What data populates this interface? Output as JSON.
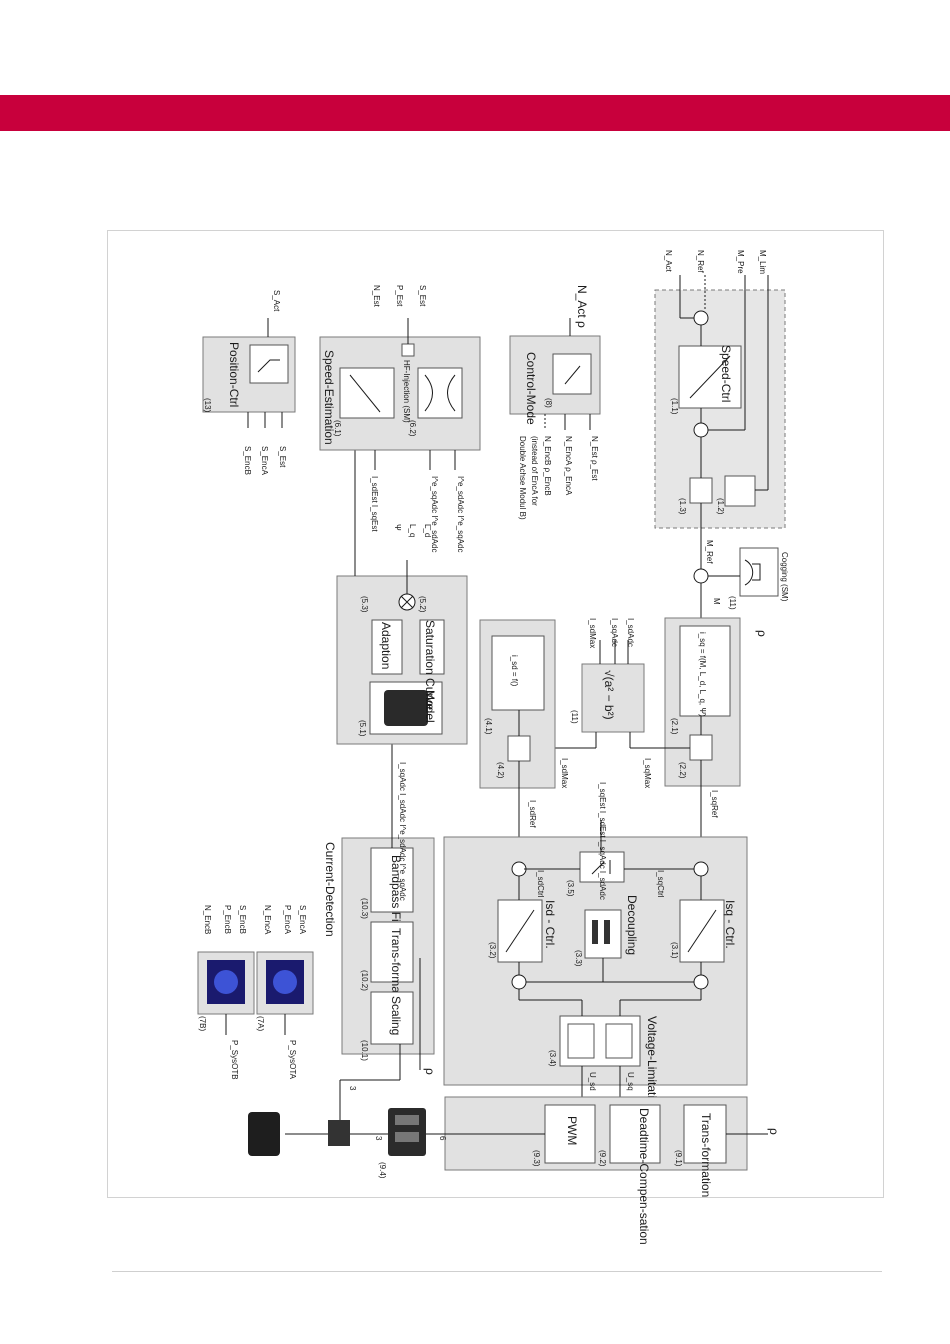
{
  "page": {
    "accent_color": "#c8003c"
  },
  "blocks": {
    "speed_ctrl": {
      "title": "Speed-Ctrl",
      "num_pi": "(1.1)",
      "num_lim": "(1.3)",
      "num_filter": "(1.2)"
    },
    "cogging": {
      "title": "Cogging (SM)",
      "num": "(11)"
    },
    "iq_calc": {
      "formula": "i_sq = f(M, L_d, L_q, Ψ)",
      "num": "(2.1)",
      "num_lim": "(2.2)"
    },
    "sqrt_block": {
      "formula": "√(a² − b²)",
      "num": "(11)"
    },
    "id_calc": {
      "formula": "i_sd = f()",
      "num": "(4.1)",
      "num_lim": "(4.2)"
    },
    "control_mode": {
      "title": "Control-Mode",
      "num": "(8)"
    },
    "speed_estimation": {
      "title": "Speed-Estimation",
      "num_a": "(6.1)",
      "num_b": "(6.2)",
      "hf": "HF-Injection (SM)"
    },
    "position_ctrl": {
      "title": "Position-Ctrl",
      "num": "(13)"
    },
    "model": {
      "title": "Model",
      "num": "(5.1)",
      "saturation": "Saturation Curve",
      "sat_num": "(5.2)",
      "adaption": "Adaption",
      "adapt_num": "(5.3)"
    },
    "current_ctrl": {
      "isq": "Isq - Ctrl.",
      "isq_num": "(3.1)",
      "isd": "Isd - Ctrl.",
      "isd_num": "(3.2)",
      "decoupling": "Decoupling",
      "dec_num": "(3.3)",
      "switch_num": "(3.5)"
    },
    "voltage_limitation": {
      "title": "Voltage-Limitation",
      "num": "(3.4)"
    },
    "pwm_group": {
      "trans": "Trans-formation",
      "trans_num": "(9.1)",
      "deadtime": "Deadtime-Compen-sation",
      "dead_num": "(9.2)",
      "pwm": "PWM",
      "pwm_num": "(9.3)",
      "inverter_num": "(9.4)"
    },
    "current_detection": {
      "title": "Current-Detection",
      "bandpass": "Bandpass Filter",
      "bp_num": "(10.3)",
      "trans": "Trans-formation",
      "trans_num": "(10.2)",
      "scaling": "Scaling",
      "scal_num": "(10.1)"
    },
    "encoders": {
      "a_num": "(7A)",
      "b_num": "(7B)"
    }
  },
  "signals": {
    "speed_in": [
      "N_Act",
      "N_Ref",
      "M_Pre",
      "M_Lim"
    ],
    "m_ref": "M_Ref",
    "m": "M",
    "rho": "ρ",
    "control_mode_out": "N_Act  ρ",
    "control_mode_in": [
      "N_Est  ρ_Est",
      "N_EncA  ρ_EncA",
      "N_EncB  ρ_EncB",
      "(instead of EncA for",
      "Double Achse Modul B)"
    ],
    "speed_est_out": [
      "S_Est",
      "P_Est",
      "N_Est"
    ],
    "speed_est_in": [
      "I^e_sdAdc  I^e_sqAdc",
      "I^e_sqAdc  I^e_sdAdc",
      "I_sdEst  I_sqEst"
    ],
    "position_out": "S_Act",
    "position_in": [
      "S_EncB",
      "S_EncA",
      "S_Est"
    ],
    "model_out": [
      "L_d",
      "L_q",
      "Ψ"
    ],
    "model_in": "I_sqAdc  I_sdAdc   I^e_sdAdc  I^e_sqAdc",
    "sqrt_in": [
      "I_sdMax",
      "I_sqAdc",
      "I_sdAdc"
    ],
    "isd_max": "I_sdMax",
    "isq_max": "I_sqMax",
    "isd_ref": "I_sdRef",
    "isq_ref": "I_sqRef",
    "switch_in": "I_sqEst  I_sdEst   I_sqAdc  I_sdAdc",
    "isd_ctrl": "I_sdCtrl",
    "isq_ctrl": "I_sqCtrl",
    "usd": "U_sd",
    "usq": "U_sq",
    "enc_a_out": [
      "S_EncA",
      "P_EncA",
      "N_EncA"
    ],
    "enc_b_out": [
      "S_EncB",
      "P_EncB",
      "N_EncB"
    ],
    "enc_a_in": "P_SysOTA",
    "enc_b_in": "P_SysOTB",
    "three": "3",
    "six": "6"
  }
}
